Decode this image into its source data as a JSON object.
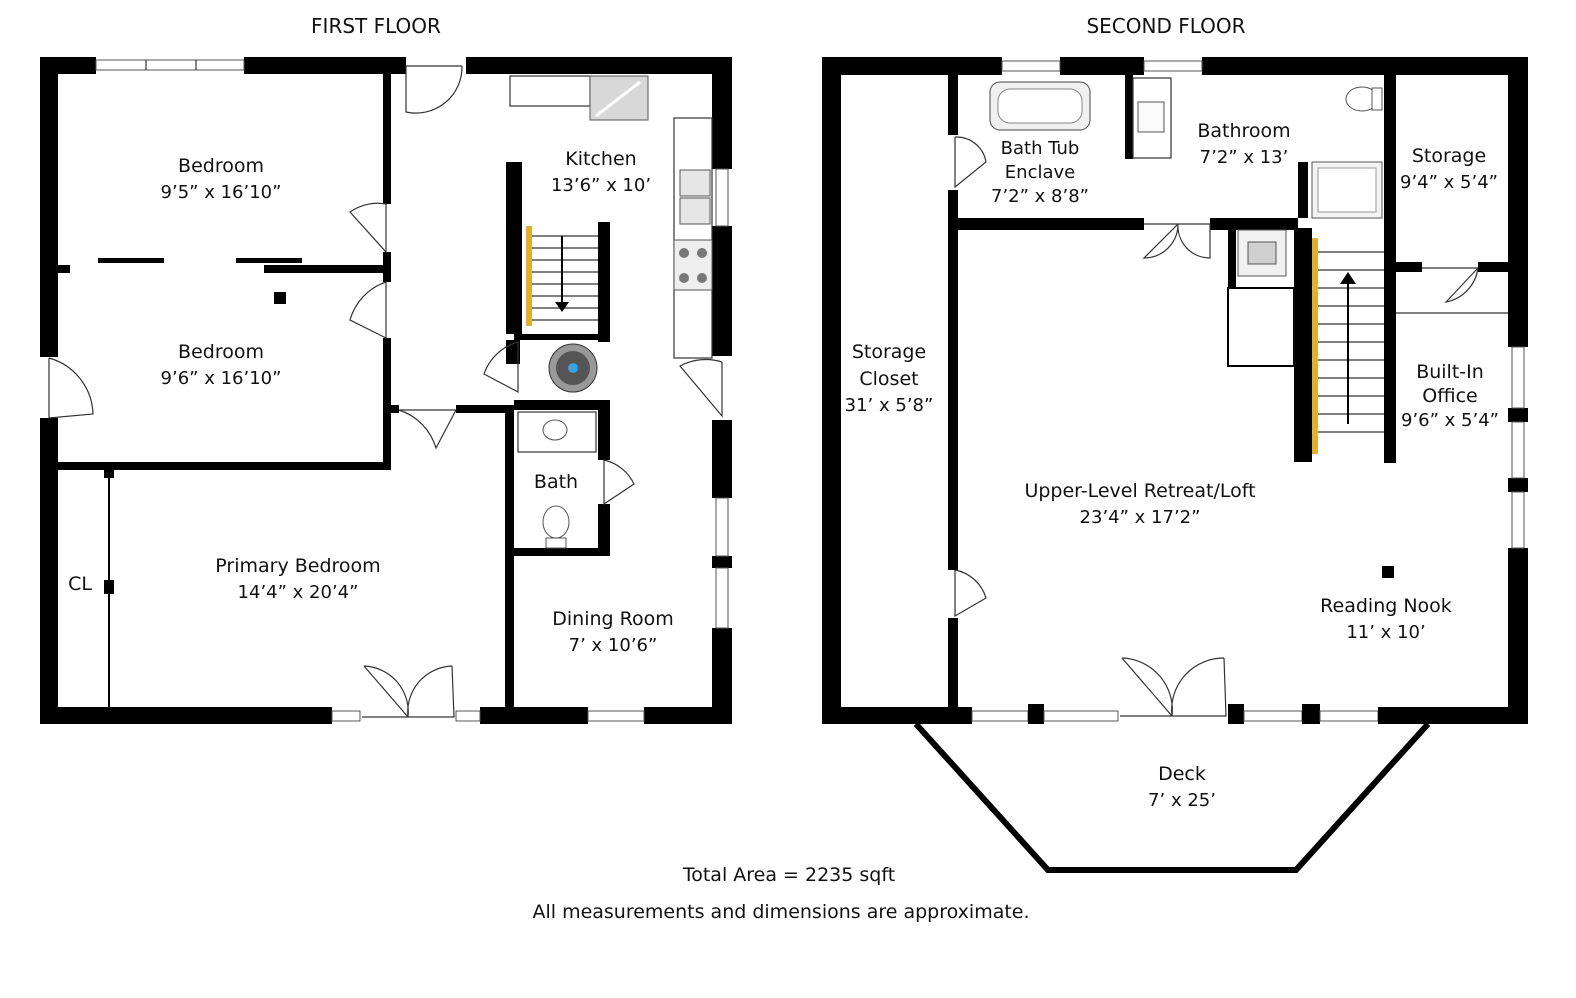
{
  "headers": {
    "first_floor": "FIRST FLOOR",
    "second_floor": "SECOND FLOOR"
  },
  "rooms": {
    "bedroom_1": {
      "name": "Bedroom",
      "dims": "9’5” x 16’10”"
    },
    "bedroom_2": {
      "name": "Bedroom",
      "dims": "9’6” x 16’10”"
    },
    "kitchen": {
      "name": "Kitchen",
      "dims": "13’6” x 10’"
    },
    "bath": {
      "name": "Bath"
    },
    "closet": {
      "name": "CL"
    },
    "primary_bedroom": {
      "name": "Primary Bedroom",
      "dims": "14’4” x 20’4”"
    },
    "dining_room": {
      "name": "Dining Room",
      "dims": "7’ x 10’6”"
    },
    "bath_tub_enclave": {
      "name_line1": "Bath Tub",
      "name_line2": "Enclave",
      "dims": "7’2” x 8’8”"
    },
    "bathroom": {
      "name": "Bathroom",
      "dims": "7’2” x 13’"
    },
    "storage": {
      "name": "Storage",
      "dims": "9’4” x 5’4”"
    },
    "storage_closet": {
      "name_line1": "Storage",
      "name_line2": "Closet",
      "dims": "31’ x 5’8”"
    },
    "built_in_office": {
      "name_line1": "Built-In",
      "name_line2": "Office",
      "dims": "9’6” x 5’4”"
    },
    "loft": {
      "name": "Upper-Level Retreat/Loft",
      "dims": "23’4” x 17’2”"
    },
    "reading_nook": {
      "name": "Reading Nook",
      "dims": "11’ x 10’"
    },
    "deck": {
      "name": "Deck",
      "dims": "7’ x 25’"
    }
  },
  "footer": {
    "total_area": "Total Area = 2235 sqft",
    "disclaimer": "All measurements and dimensions are approximate."
  }
}
